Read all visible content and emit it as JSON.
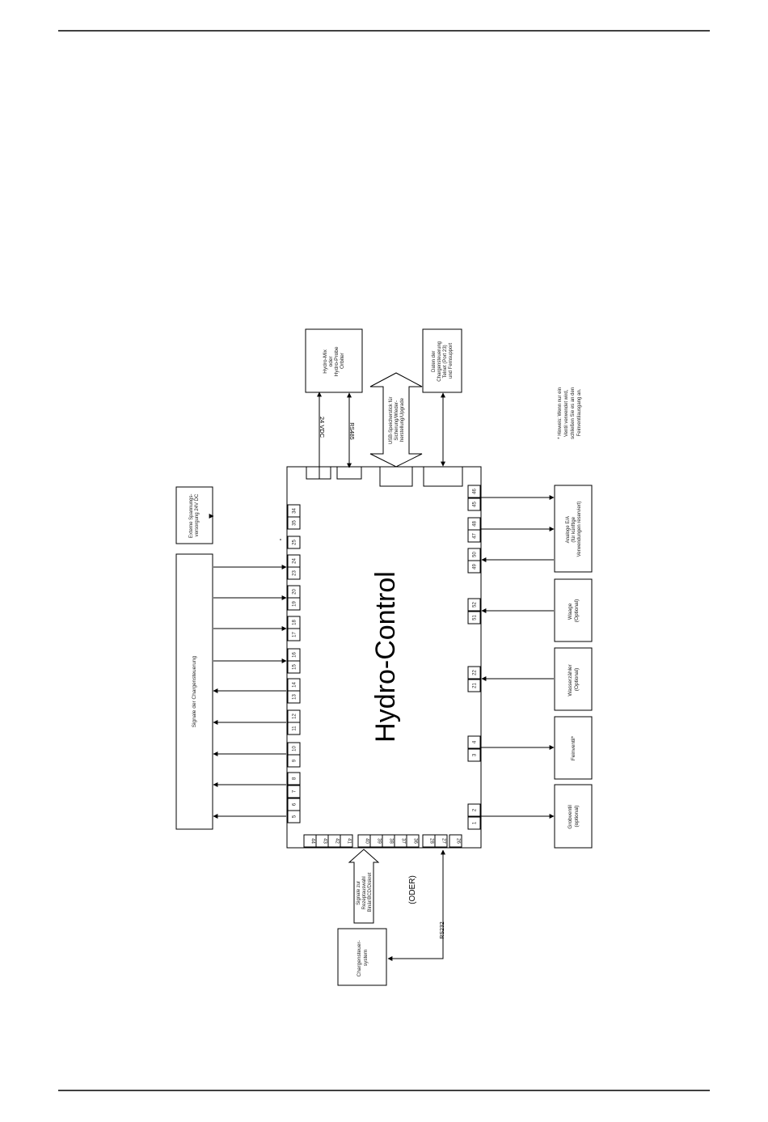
{
  "main_title": "Hydro-Control",
  "boxes": {
    "hydro_mix": [
      "Hydro-Mix",
      "oder",
      "Hydro-Probe",
      "Orbiter"
    ],
    "data": [
      "Daten der",
      "Chargensteuerung",
      "Telnet (Port 23)",
      "und Fernsupport"
    ],
    "usb": [
      "USB-Speicherstick für",
      "Sicherung/Wieder-",
      "herstellung/Upgrade"
    ],
    "external_power": [
      "Externe Spannungs-",
      "versorgung 24V DC"
    ],
    "batch_signals": "Signale der Chargensteuerung",
    "analog": [
      "Analoge E/A",
      "(für künftige",
      "Verwendungen reserviert)"
    ],
    "scale": [
      "Waage",
      "(Optional)"
    ],
    "water_meter": [
      "Wasserzähler",
      "(Optional)"
    ],
    "fine_valve": "Feinventil*",
    "coarse_valve": [
      "Grobventil",
      "(optional)"
    ],
    "batch_system": [
      "Chargensteuer-",
      "system"
    ],
    "recipe_signals": [
      "Signale zur",
      "Rezeptauswahl",
      "Binär/BCD/Diskret"
    ]
  },
  "labels": {
    "vdc": "24 VDC",
    "rs485": "RS485",
    "rs232": "RS232",
    "oder": "(ODER)",
    "note": [
      "* Hinweis: Wenn nur ein",
      "Ventil verwendet wird,",
      "schließen Sie es an den",
      "Feinventilausgang an."
    ]
  },
  "terminals": {
    "left": [
      "5",
      "6",
      "7",
      "8",
      "9",
      "10",
      "11",
      "12",
      "13",
      "14",
      "15",
      "16",
      "17",
      "18",
      "19",
      "20",
      "23",
      "24",
      "25",
      "35",
      "34"
    ],
    "right": [
      "1",
      "2",
      "3",
      "4",
      "21",
      "22",
      "51",
      "52",
      "49",
      "50",
      "47",
      "48",
      "45",
      "46"
    ],
    "bottom": [
      "44",
      "43",
      "42",
      "41",
      "40",
      "39",
      "38",
      "37",
      "36",
      "28",
      "27",
      "26"
    ]
  }
}
